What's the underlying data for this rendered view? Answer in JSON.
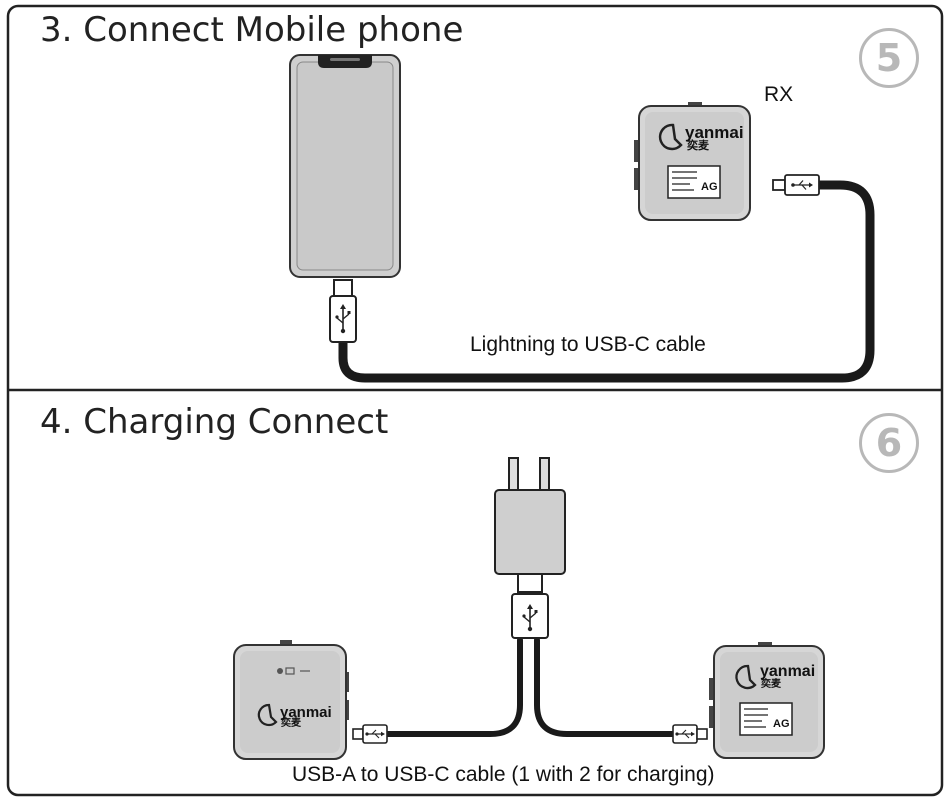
{
  "section_connect": {
    "title": "3. Connect Mobile phone",
    "step_number": "5",
    "receiver_label": "RX",
    "cable_label": "Lightning to USB-C cable"
  },
  "section_charging": {
    "title": "4.  Charging Connect",
    "step_number": "6",
    "cable_label": "USB-A to USB-C cable (1 with 2 for charging)"
  },
  "device_branding": {
    "brand": "yanmai",
    "brand_cn": "奕麦",
    "screen_text": "AG"
  }
}
